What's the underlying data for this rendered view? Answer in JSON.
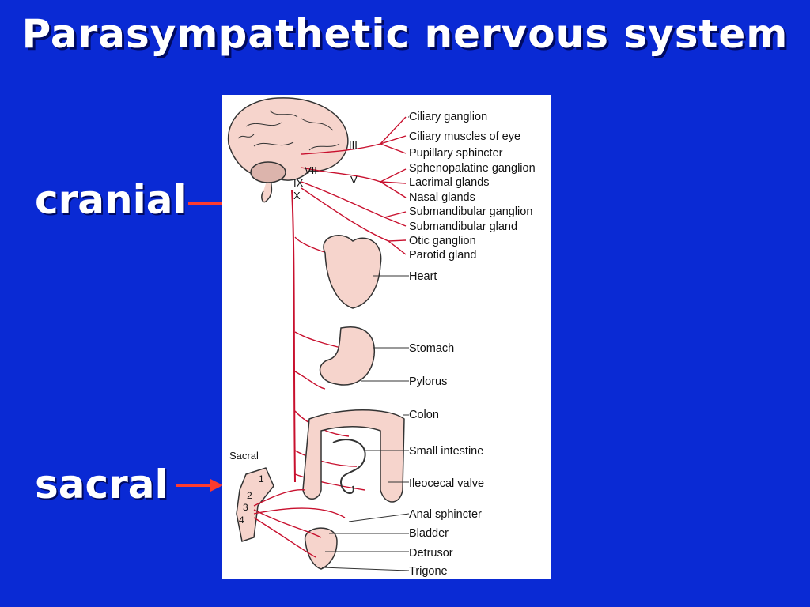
{
  "title": "Parasympathetic nervous  system",
  "side_labels": {
    "cranial": "cranial",
    "sacral": "sacral"
  },
  "colors": {
    "background": "#0a2ad4",
    "arrow": "#ff3b2e",
    "nerve": "#c8102e",
    "organ_fill": "#f6d4cc"
  },
  "nerves": [
    "III",
    "VII",
    "IX",
    "X",
    "V"
  ],
  "targets": [
    "Ciliary ganglion",
    "Ciliary muscles of eye",
    "Pupillary sphincter",
    "Sphenopalatine ganglion",
    "Lacrimal glands",
    "Nasal glands",
    "Submandibular ganglion",
    "Submandibular gland",
    "Otic ganglion",
    "Parotid gland",
    "Heart",
    "Stomach",
    "Pylorus",
    "Colon",
    "Small intestine",
    "Ileocecal valve",
    "Anal sphincter",
    "Bladder",
    "Detrusor",
    "Trigone"
  ],
  "sacral": {
    "label": "Sacral",
    "segments": [
      "1",
      "2",
      "3",
      "4"
    ]
  }
}
